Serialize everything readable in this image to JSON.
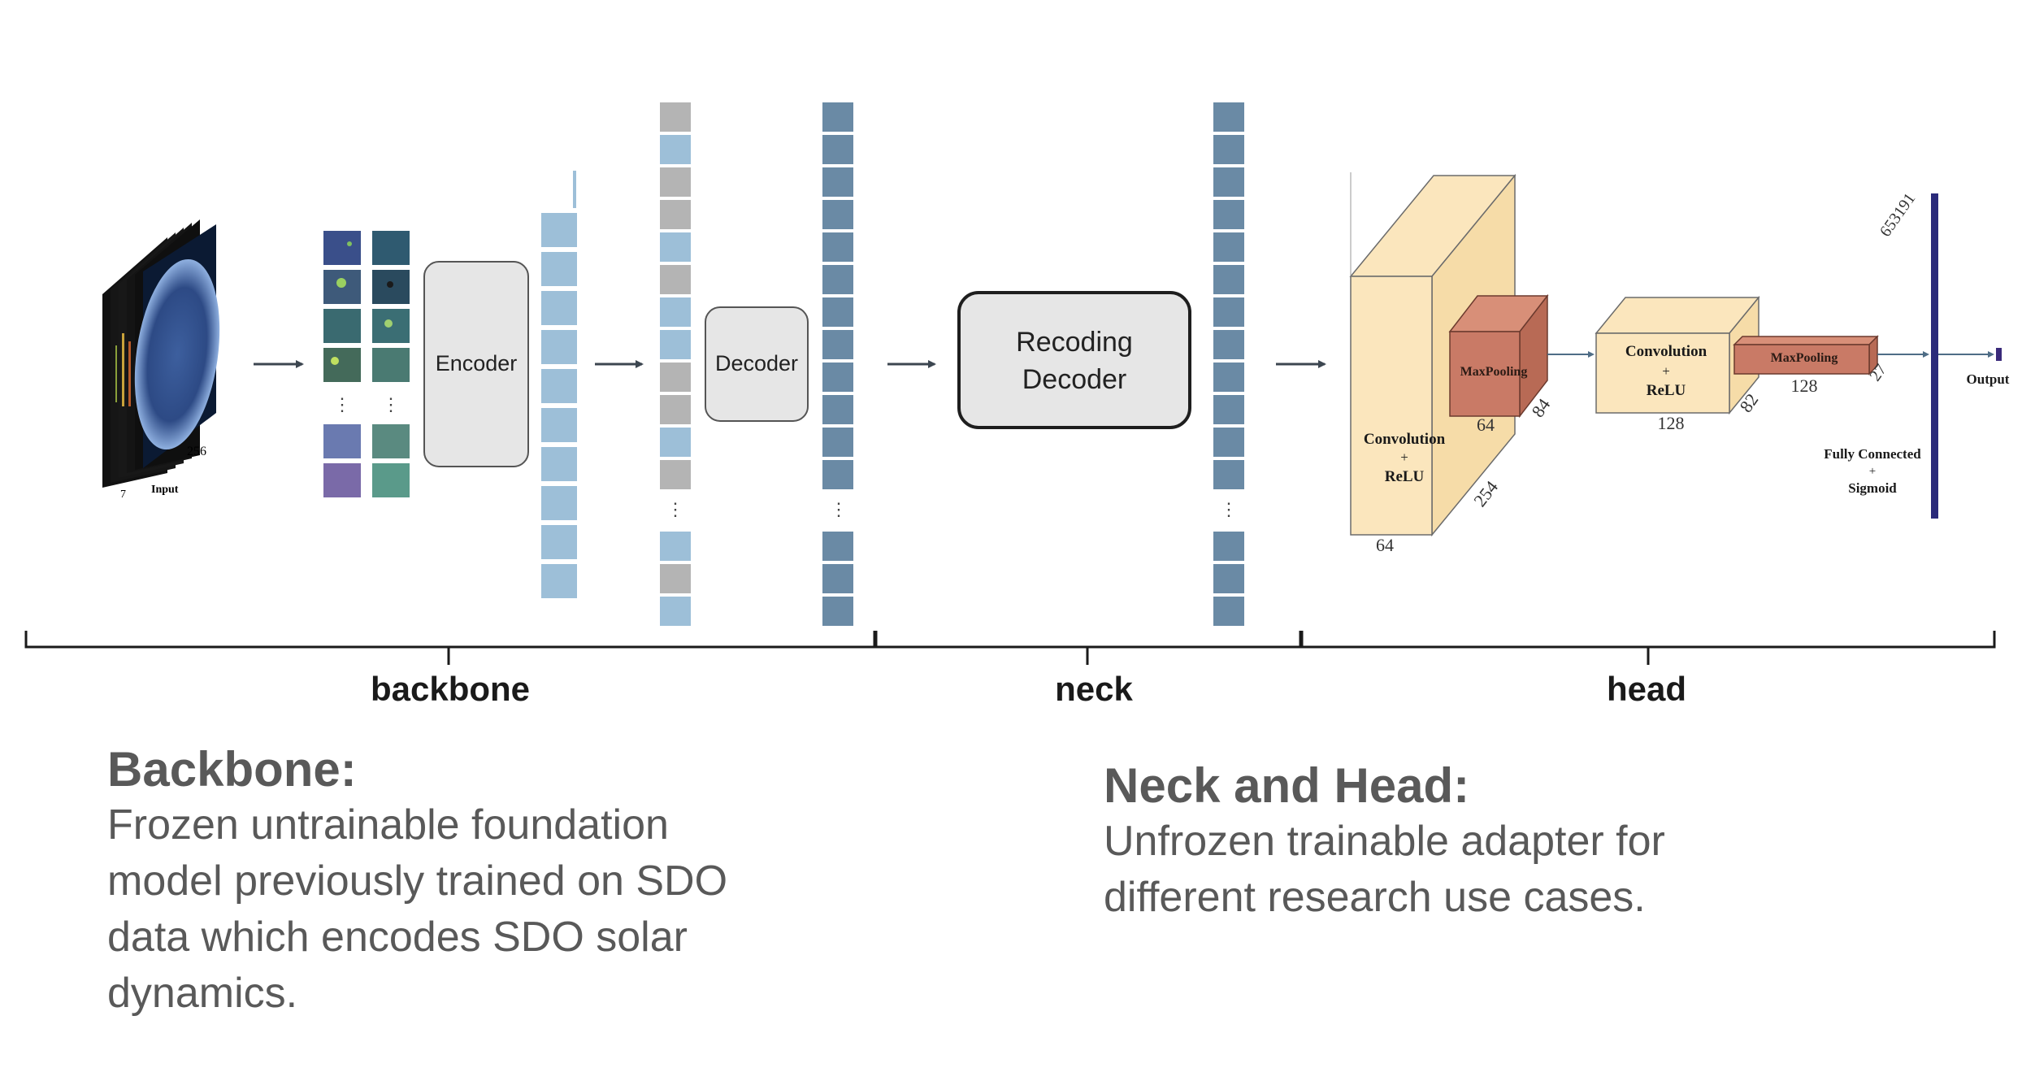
{
  "diagram": {
    "input": {
      "label": "Input",
      "dim_depth": "7",
      "dim_size": "256"
    },
    "encoder_label": "Encoder",
    "decoder_label": "Decoder",
    "recoding_decoder": {
      "line1": "Recoding",
      "line2": "Decoder"
    },
    "ellipsis": "⋮",
    "head": {
      "conv1": {
        "line1": "Convolution",
        "line2": "+",
        "line3": "ReLU",
        "dim_front": "64",
        "dim_depth": "254"
      },
      "pool1": {
        "label": "MaxPooling",
        "dim_front": "64",
        "dim_depth": "84"
      },
      "conv2": {
        "line1": "Convolution",
        "line2": "+",
        "line3": "ReLU",
        "dim_front": "128",
        "dim_depth": "82"
      },
      "pool2": {
        "label": "MaxPooling",
        "dim_front": "128",
        "dim_depth": "27"
      },
      "fc": {
        "line1": "Fully Connected",
        "line2": "+",
        "line3": "Sigmoid",
        "dim": "653191"
      },
      "output_label": "Output"
    },
    "brackets": {
      "backbone": "backbone",
      "neck": "neck",
      "head": "head"
    },
    "colors": {
      "light_blue": "#9dbfd8",
      "gray_cell": "#b4b4b4",
      "dark_blue": "#6a8aa5",
      "cube_fill": "#fbe6bd",
      "pool_fill": "#c97a66",
      "fc_bar": "#2a2a7a",
      "arrow": "#3c4650"
    }
  },
  "captions": {
    "backbone": {
      "title": "Backbone:",
      "lines": [
        "Frozen untrainable foundation",
        "model previously trained on SDO",
        "data which encodes SDO solar",
        "dynamics."
      ]
    },
    "neck_head": {
      "title": "Neck and Head:",
      "lines": [
        "Unfrozen trainable adapter for",
        "different research use cases."
      ]
    }
  }
}
